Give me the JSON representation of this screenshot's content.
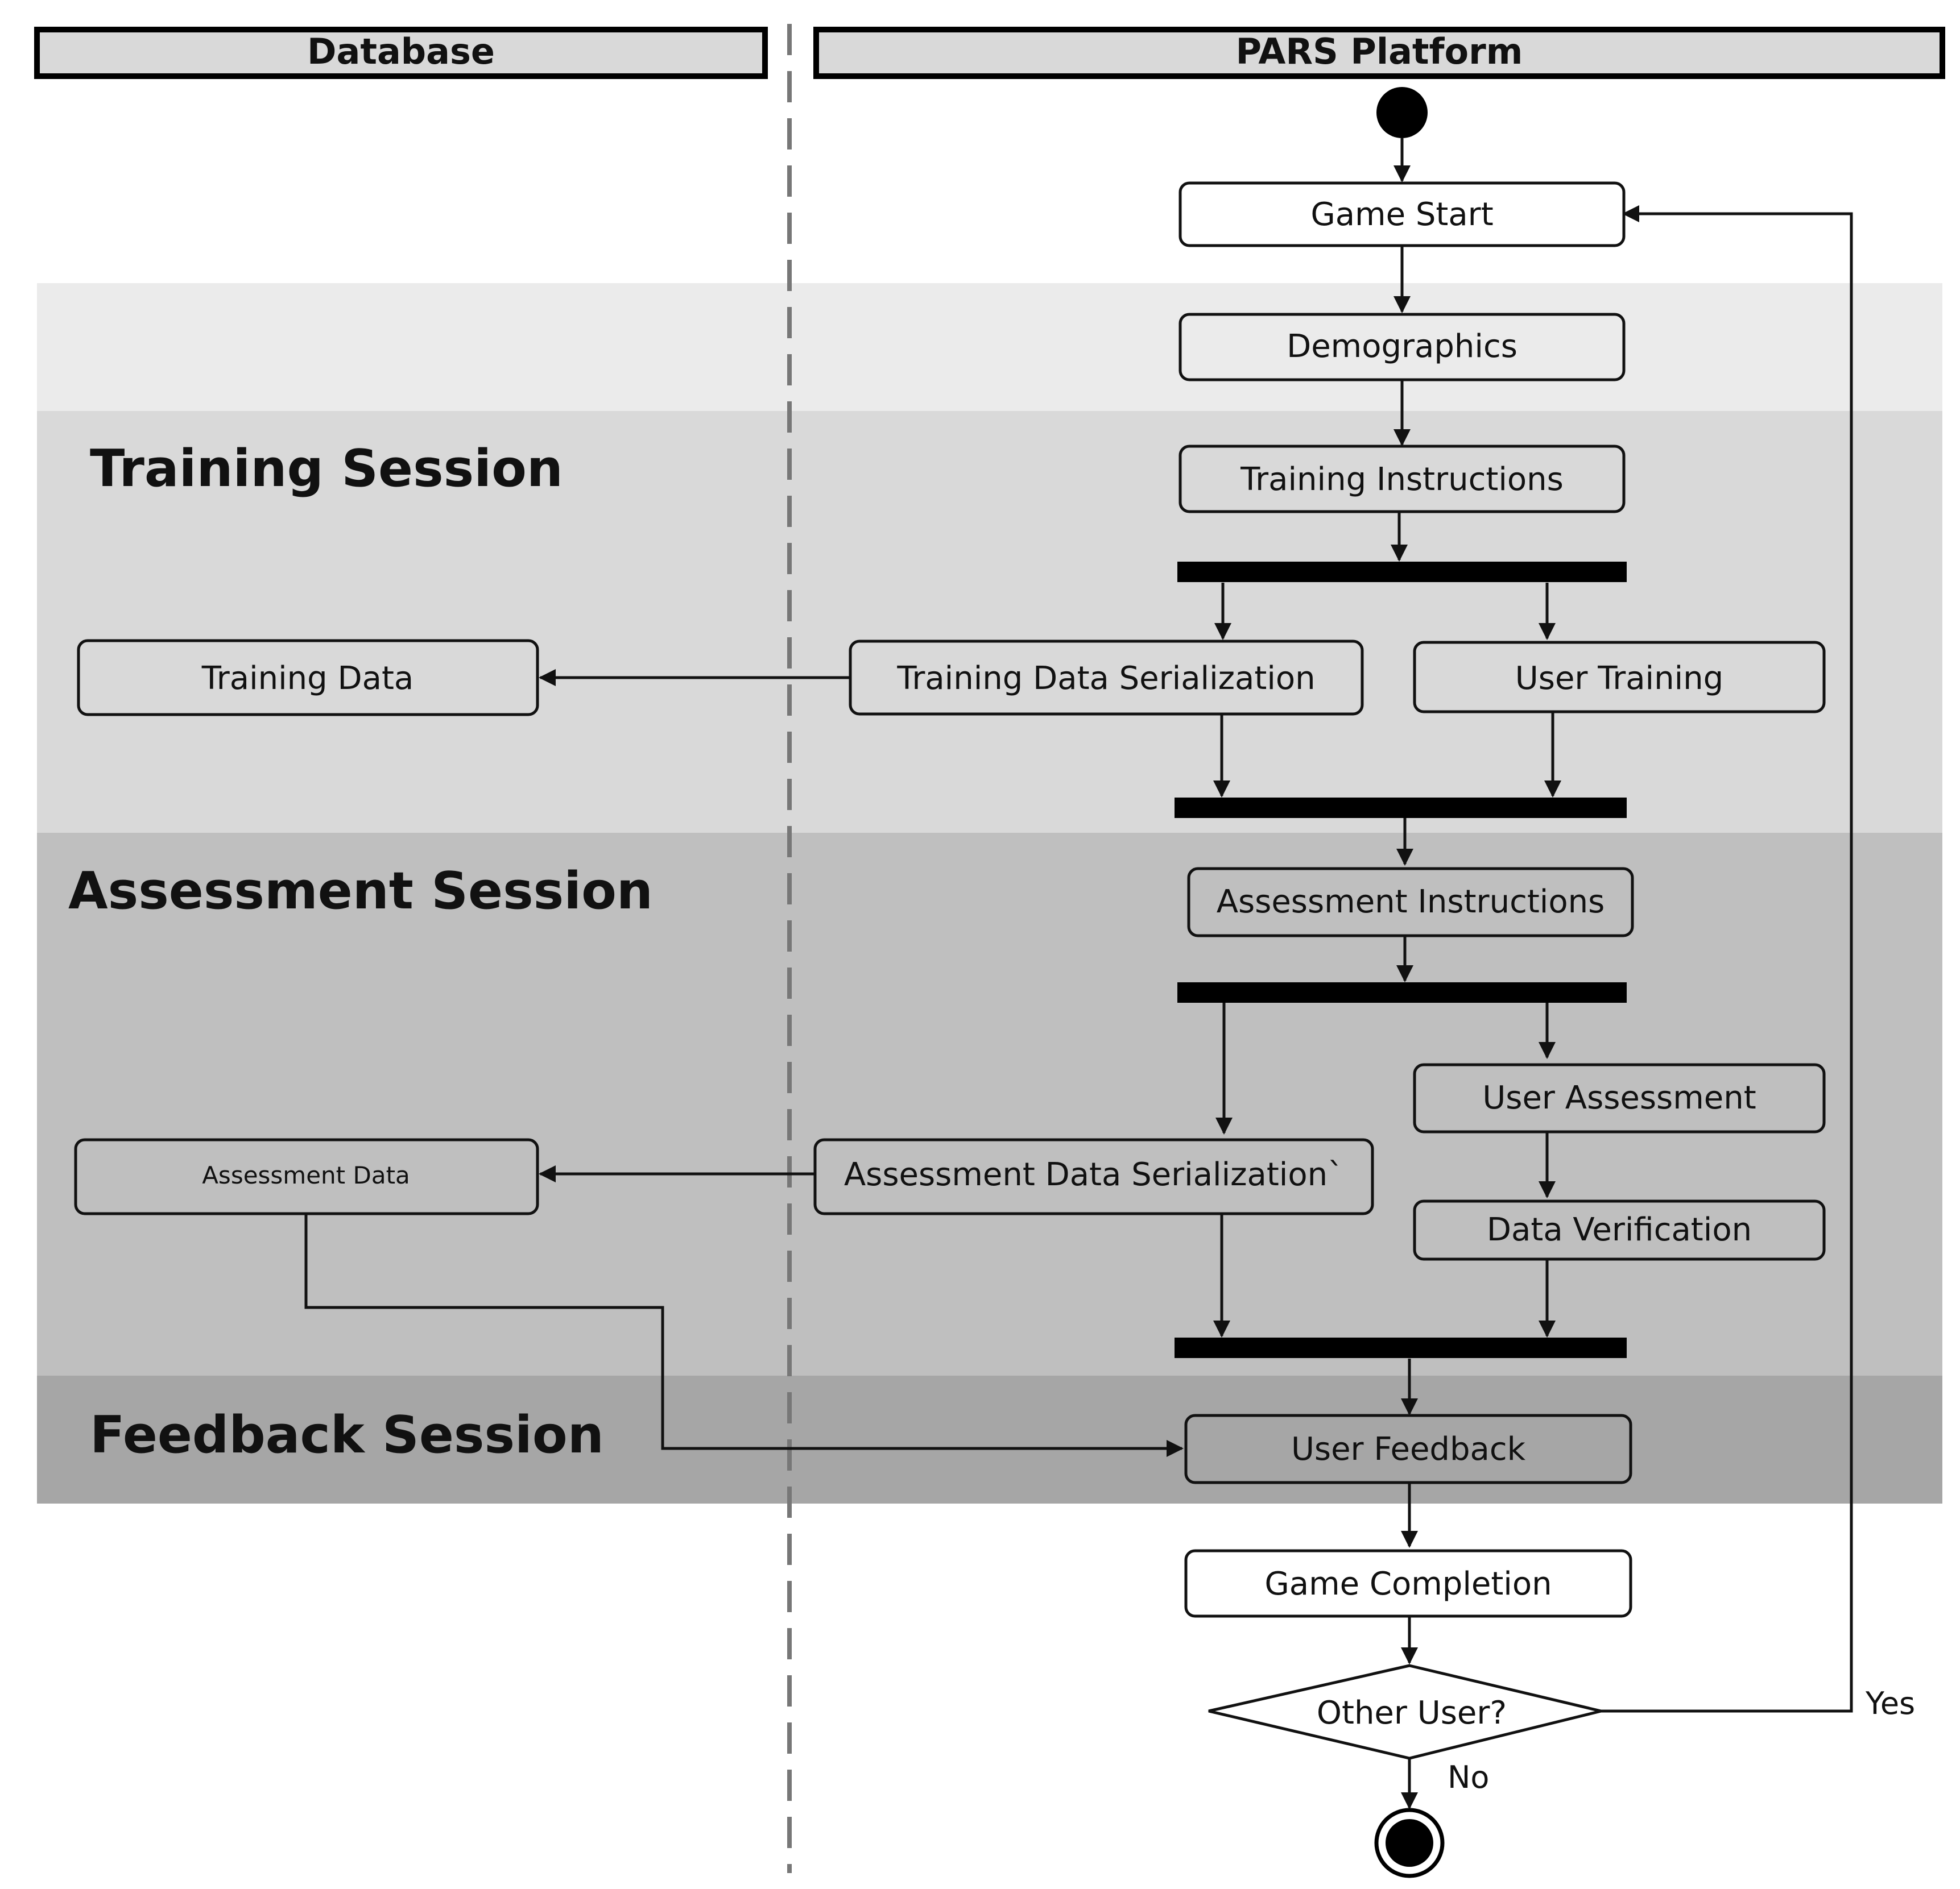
{
  "lanes": {
    "database": "Database",
    "platform": "PARS Platform"
  },
  "sessions": {
    "training": "Training Session",
    "assessment": "Assessment Session",
    "feedback": "Feedback Session"
  },
  "nodes": {
    "game_start": "Game Start",
    "demographics": "Demographics",
    "training_instructions": "Training Instructions",
    "training_data_serialization": "Training Data Serialization",
    "user_training": "User Training",
    "training_data": "Training Data",
    "assessment_instructions": "Assessment Instructions",
    "user_assessment": "User Assessment",
    "assessment_data_serialization": "Assessment Data Serialization`",
    "assessment_data": "Assessment Data",
    "data_verification": "Data Verification",
    "user_feedback": "User Feedback",
    "game_completion": "Game Completion",
    "other_user": "Other User?"
  },
  "edge_labels": {
    "yes": "Yes",
    "no": "No"
  },
  "colors": {
    "band_top": "#ebebeb",
    "band_training": "#d9d9d9",
    "band_assessment": "#bfbfbf",
    "band_feedback": "#a6a6a6",
    "lane_header": "#d9d9d9"
  }
}
